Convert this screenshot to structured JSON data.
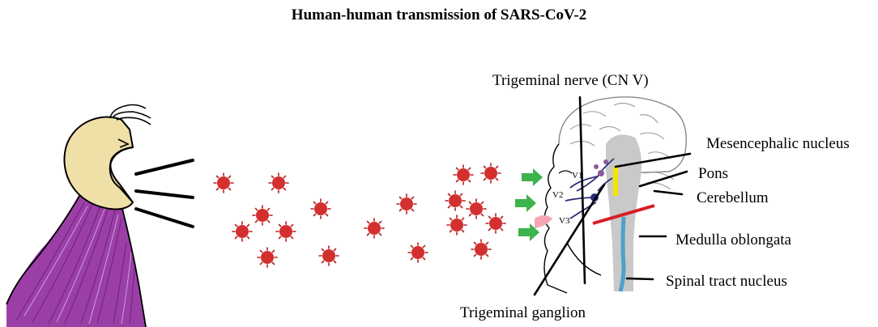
{
  "title": "Human-human transmission of SARS-CoV-2",
  "labels": {
    "trigeminal_nerve": "Trigeminal nerve (CN V)",
    "mesencephalic_nucleus": "Mesencephalic nucleus",
    "pons": "Pons",
    "cerebellum": "Cerebellum",
    "medulla_oblongata": "Medulla oblongata",
    "spinal_tract_nucleus": "Spinal tract nucleus",
    "trigeminal_ganglion": "Trigeminal ganglion",
    "v1": "V1",
    "v2": "V2",
    "v3": "V3"
  },
  "colors": {
    "virus": "#d32f2f",
    "virus_spike": "#b71c1c",
    "arrow": "#3cb44b",
    "head": "#efe0a8",
    "hair_purple": "#9b3fa7",
    "brainstem": "#c9c9c9",
    "pons_marker": "#f2e600",
    "section_line": "#d81e28",
    "spinal_cord": "#4aa3c9",
    "nose_pink": "#f4a6b5",
    "nerve_blue": "#2c2c7a"
  }
}
